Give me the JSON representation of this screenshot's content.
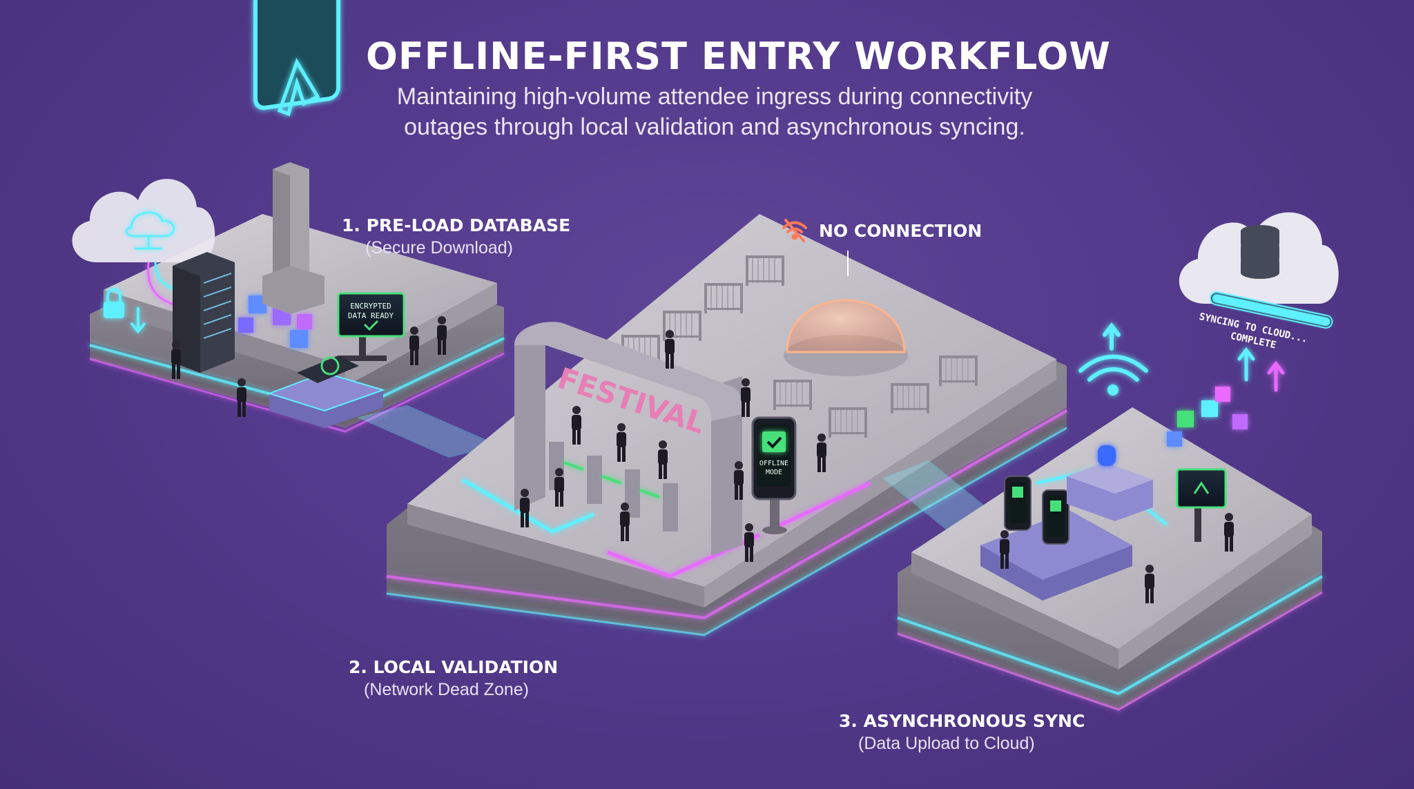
{
  "header": {
    "title": "OFFLINE-FIRST ENTRY WORKFLOW",
    "subtitle_line1": "Maintaining high-volume attendee ingress during connectivity",
    "subtitle_line2": "outages through local validation and asynchronous syncing."
  },
  "steps": [
    {
      "title": "1. PRE-LOAD DATABASE",
      "subtitle": "(Secure Download)"
    },
    {
      "title": "2. LOCAL VALIDATION",
      "subtitle": "(Network Dead Zone)"
    },
    {
      "title": "3. ASYNCHRONOUS SYNC",
      "subtitle": "(Data Upload to Cloud)"
    }
  ],
  "status": {
    "no_connection": "NO CONNECTION"
  },
  "screens": {
    "encrypted_line1": "ENCRYPTED",
    "encrypted_line2": "DATA READY",
    "festival_sign": "FESTIVAL",
    "offline_kiosk_line1": "OFFLINE",
    "offline_kiosk_line2": "MODE",
    "sync_line1": "SYNCING TO CLOUD...",
    "sync_line2": "COMPLETE"
  },
  "colors": {
    "background": "#543a8c",
    "neon_cyan": "#5ff0ff",
    "neon_pink": "#e86bff",
    "neon_green": "#46e07a",
    "warning_orange": "#ff7a5a",
    "platform": "#b9b6bd"
  },
  "icons": [
    "cloud-network-icon",
    "lock-download-icon",
    "server-rack-icon",
    "logo-sign-icon",
    "wifi-off-icon",
    "wifi-icon",
    "database-cloud-icon",
    "upload-arrow-icon",
    "checkmark-icon"
  ]
}
